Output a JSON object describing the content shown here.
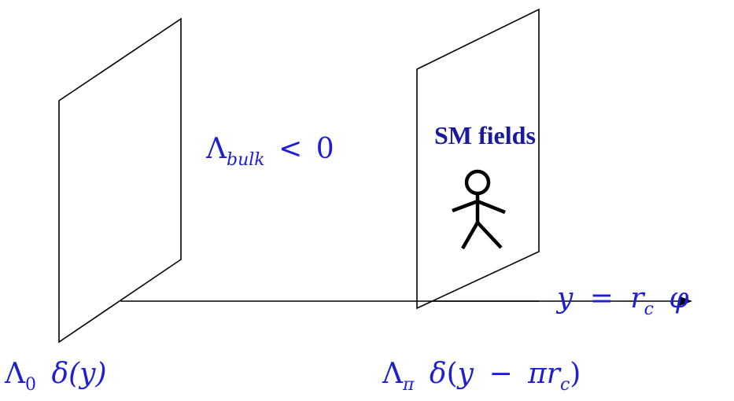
{
  "labels": {
    "bulk_cc": {
      "symbol": "Λ",
      "sub": "bulk",
      "rel": "<",
      "val": "0"
    },
    "sm_fields": "SM fields",
    "axis": {
      "lhs": "y",
      "eq": "=",
      "r": "r",
      "r_sub": "c",
      "phi": "φ"
    },
    "brane0": {
      "symbol": "Λ",
      "sub": "0",
      "delta": "δ",
      "arg": "(y)"
    },
    "branepi": {
      "symbol": "Λ",
      "sub": "π",
      "delta": "δ",
      "open": "(",
      "y": "y",
      "minus": "−",
      "pi": "π",
      "r": "r",
      "r_sub": "c",
      "close": ")"
    }
  },
  "colors": {
    "math": "#1e1ed2",
    "sm_label": "#1a1a9c",
    "lines": "#000000"
  }
}
